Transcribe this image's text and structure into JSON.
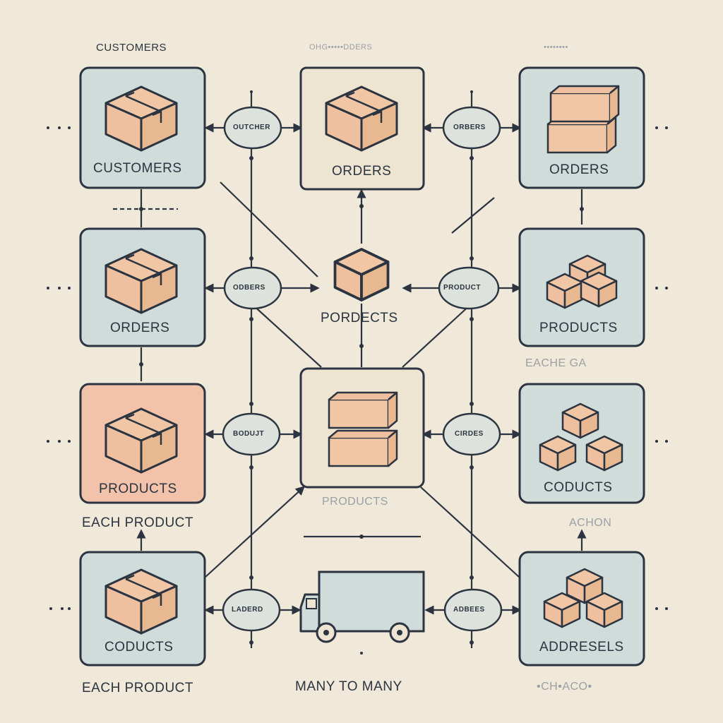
{
  "diagram": {
    "top_labels": {
      "left": "CUSTOMERS",
      "center": "OHG•••••DDERS",
      "right": "••••••••"
    },
    "nodes": {
      "n11": "CUSTOMERS",
      "n12": "ORDERS",
      "n13": "ORDERS",
      "n21": "ORDERS",
      "n22": "PORDECTS",
      "n23": "PRODUCTS",
      "n31": "PRODUCTS",
      "n32": "PRODUCTS",
      "n33": "CODUCTS",
      "n41": "CODUCTS",
      "n43": "ADDRESELS"
    },
    "connectors": {
      "c1a": "OUTCHER",
      "c1b": "ORBERS",
      "c2a": "ODBERS",
      "c2b": "PRODUCT",
      "c3a": "BODUJT",
      "c3b": "CIRDES",
      "c4a": "LADERD",
      "c4b": "ADBEES"
    },
    "captions": {
      "each_product_1": "EACH PRODUCT",
      "each_product_2": "EACH PRODUCT",
      "many_to_many": "MANY TO MANY",
      "eache": "EACHE GA",
      "achon": "ACHON",
      "faint_bottom": "•CH•ACO•"
    },
    "colors": {
      "background": "#f0e8d8",
      "node_blue": "#cfdcd9",
      "node_cream": "#ede4d1",
      "node_highlight": "#f2c2aa",
      "box_fill": "#f0c6a4",
      "box_shade": "#e8b891",
      "stroke": "#2b3440"
    },
    "icons": {
      "box": "cardboard-box-icon",
      "boxes": "stacked-boxes-icon",
      "truck": "delivery-truck-icon"
    }
  }
}
